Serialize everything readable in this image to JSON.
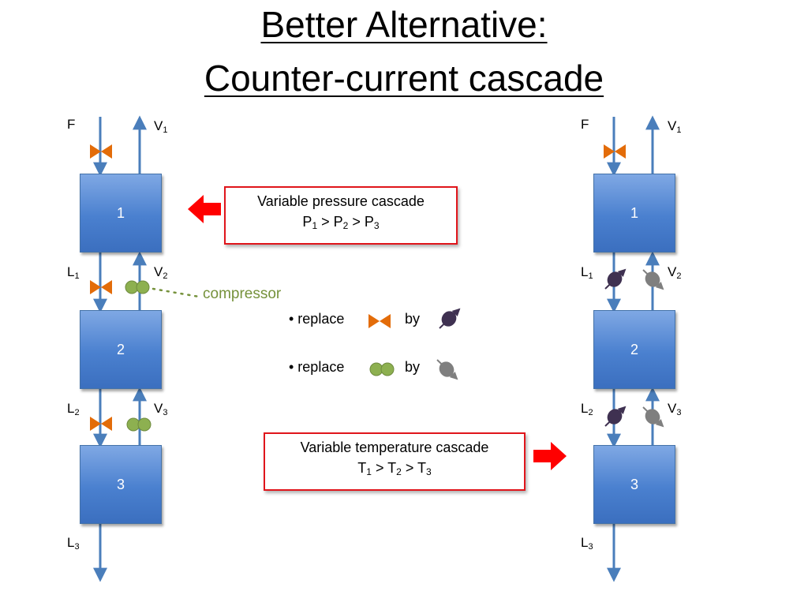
{
  "title": {
    "line1": "Better Alternative:",
    "line2": "Counter-current cascade"
  },
  "left": {
    "stages": [
      "1",
      "2",
      "3"
    ],
    "labels": {
      "F": "F",
      "V1": "V",
      "V1_sub": "1",
      "L1": "L",
      "L1_sub": "1",
      "V2": "V",
      "V2_sub": "2",
      "L2": "L",
      "L2_sub": "2",
      "V3": "V",
      "V3_sub": "3",
      "L3": "L",
      "L3_sub": "3"
    },
    "compressor_label": "compressor"
  },
  "right": {
    "stages": [
      "1",
      "2",
      "3"
    ],
    "labels": {
      "F": "F",
      "V1": "V",
      "V1_sub": "1",
      "L1": "L",
      "L1_sub": "1",
      "V2": "V",
      "V2_sub": "2",
      "L2": "L",
      "L2_sub": "2",
      "V3": "V",
      "V3_sub": "3",
      "L3": "L",
      "L3_sub": "3"
    }
  },
  "callout_pressure": {
    "line1": "Variable pressure cascade",
    "p": "P",
    "s1": "1",
    "gt": " > ",
    "s2": "2",
    "s3": "3"
  },
  "callout_temperature": {
    "line1": "Variable temperature cascade",
    "t": "T",
    "s1": "1",
    "gt": " > ",
    "s2": "2",
    "s3": "3"
  },
  "bullets": [
    {
      "prefix": "• replace",
      "by": "by"
    },
    {
      "prefix": "• replace",
      "by": "by"
    }
  ],
  "colors": {
    "stream": "#4a7ebb",
    "valve": "#e36c09",
    "compressor": "#8db050",
    "heat_exchanger_dark": "#3f3151",
    "heat_exchanger_gray": "#7f7f7f",
    "callout_border": "#e0151b",
    "arrow_red": "#ff0000",
    "compressor_text": "#76923c"
  },
  "icons": [
    "valve-icon",
    "compressor-icon",
    "heater-icon",
    "cooler-icon",
    "red-arrow-icon"
  ]
}
